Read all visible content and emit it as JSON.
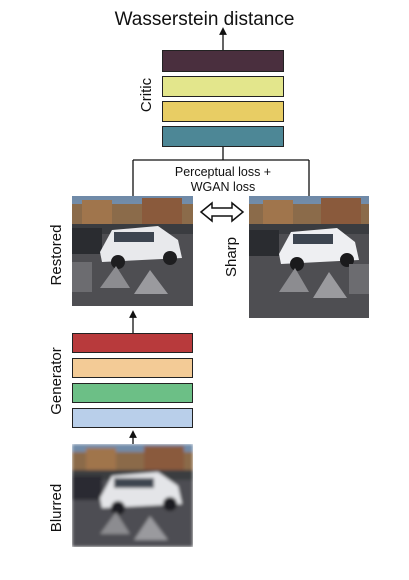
{
  "title": "Wasserstein distance",
  "critic": {
    "label": "Critic",
    "layers": [
      {
        "name": "critic-layer-1",
        "color": "#4a2f3e"
      },
      {
        "name": "critic-layer-2",
        "color": "#e3e68c"
      },
      {
        "name": "critic-layer-3",
        "color": "#e8cd64"
      },
      {
        "name": "critic-layer-4",
        "color": "#4d8796"
      }
    ]
  },
  "loss": {
    "line1": "Perceptual loss +",
    "line2": "WGAN loss"
  },
  "restored": {
    "label": "Restored"
  },
  "sharp": {
    "label": "Sharp"
  },
  "generator": {
    "label": "Generator",
    "layers": [
      {
        "name": "generator-layer-1",
        "color": "#b83a3c"
      },
      {
        "name": "generator-layer-2",
        "color": "#f3cb96"
      },
      {
        "name": "generator-layer-3",
        "color": "#6cbf86"
      },
      {
        "name": "generator-layer-4",
        "color": "#b9cfea"
      }
    ]
  },
  "blurred": {
    "label": "Blurred"
  }
}
